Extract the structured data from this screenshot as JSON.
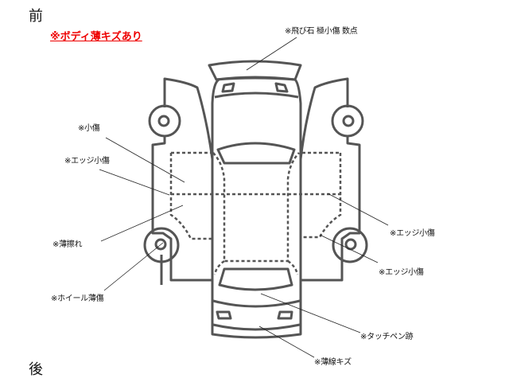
{
  "direction": {
    "front": "前",
    "rear": "後"
  },
  "summary_note": "※ボディ薄キズあり",
  "summary_color": "#e00000",
  "annotations": [
    {
      "id": "windshield",
      "text": "※飛び石 極小傷 数点"
    },
    {
      "id": "left-small",
      "text": "※小傷"
    },
    {
      "id": "left-edge",
      "text": "※エッジ小傷"
    },
    {
      "id": "left-scuff",
      "text": "※薄擦れ"
    },
    {
      "id": "left-wheel",
      "text": "※ホイール薄傷"
    },
    {
      "id": "right-edge-upper",
      "text": "※エッジ小傷"
    },
    {
      "id": "right-edge-lower",
      "text": "※エッジ小傷"
    },
    {
      "id": "rear-touchpen",
      "text": "※タッチペン跡"
    },
    {
      "id": "rear-bumper",
      "text": "※薄線キズ"
    }
  ]
}
